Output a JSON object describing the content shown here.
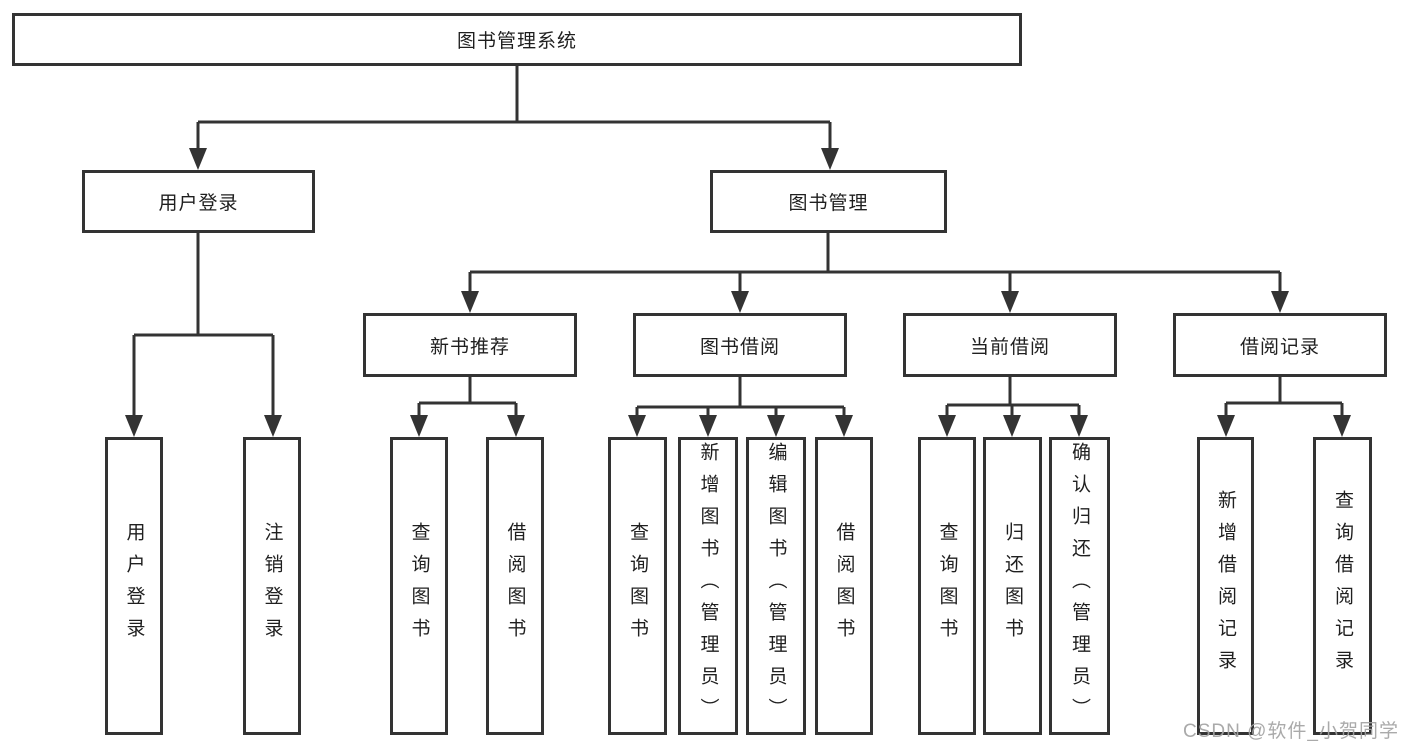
{
  "diagram": {
    "title": "图书管理系统",
    "level2": {
      "user_login": "用户登录",
      "book_management": "图书管理"
    },
    "level3": {
      "new_book_recommend": "新书推荐",
      "book_borrow": "图书借阅",
      "current_borrow": "当前借阅",
      "borrow_records": "借阅记录"
    },
    "leaves": {
      "user_login": [
        "用户登录",
        "注销登录"
      ],
      "new_book_recommend": [
        "查询图书",
        "借阅图书"
      ],
      "book_borrow": [
        "查询图书",
        "新增图书（管理员）",
        "编辑图书（管理员）",
        "借阅图书"
      ],
      "current_borrow": [
        "查询图书",
        "归还图书",
        "确认归还（管理员）"
      ],
      "borrow_records": [
        "新增借阅记录",
        "查询借阅记录"
      ]
    }
  },
  "watermark": "CSDN @软件_小贺同学",
  "colors": {
    "line": "#333333",
    "text": "#1f1f1f",
    "background": "#ffffff",
    "watermark": "#a3a3a3"
  }
}
